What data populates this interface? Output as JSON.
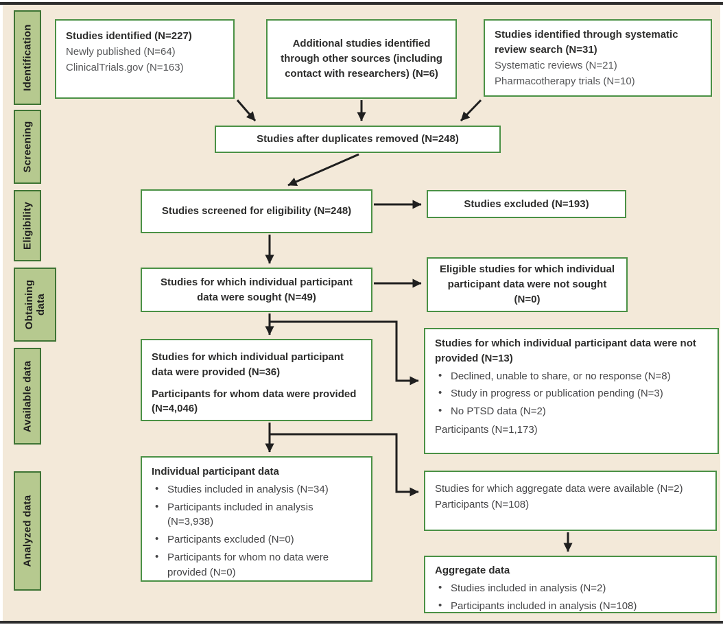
{
  "palette": {
    "background": "#f3e9d9",
    "box_border": "#4a9145",
    "sidebar_fill": "#b6c98f",
    "sidebar_border": "#3e7434",
    "arrow": "#1f1f1f",
    "title_text": "#2d2d2c",
    "secondary_text": "#57585a",
    "frame_rule": "#2e2e2e"
  },
  "sidebar": {
    "items": [
      {
        "label": "Identification"
      },
      {
        "label": "Screening"
      },
      {
        "label": "Eligibility"
      },
      {
        "label": "Obtaining data"
      },
      {
        "label": "Available data"
      },
      {
        "label": "Analyzed data"
      }
    ]
  },
  "boxes": {
    "identified": {
      "title": "Studies identified (N=227)",
      "lines": [
        "Newly published (N=64)",
        "ClinicalTrials.gov (N=163)"
      ]
    },
    "additional": {
      "title": "Additional studies identified through other sources (including contact with researchers) (N=6)"
    },
    "systematic": {
      "title": "Studies identified through systematic review search (N=31)",
      "lines": [
        "Systematic reviews (N=21)",
        "Pharmacotherapy trials (N=10)"
      ]
    },
    "duplicates": {
      "title": "Studies after duplicates removed (N=248)"
    },
    "screened": {
      "title": "Studies screened for eligibility (N=248)"
    },
    "excluded": {
      "title": "Studies excluded (N=193)"
    },
    "sought": {
      "title": "Studies for which individual participant data were sought (N=49)"
    },
    "not_sought": {
      "title": "Eligible studies for which individual participant data were not sought (N=0)"
    },
    "provided": {
      "para1": "Studies for which individual participant data were provided (N=36)",
      "para2": "Participants for whom data were provided (N=4,046)"
    },
    "not_provided": {
      "title": "Studies for which individual participant data were not provided (N=13)",
      "bullets": [
        "Declined, unable to share, or no response (N=8)",
        "Study in progress or publication pending (N=3)",
        "No PTSD data (N=2)"
      ],
      "footer": "Participants (N=1,173)"
    },
    "ipd": {
      "title": "Individual participant data",
      "bullets": [
        "Studies included in analysis (N=34)",
        "Participants included in analysis (N=3,938)",
        "Participants excluded (N=0)",
        "Participants for whom no data were provided (N=0)"
      ]
    },
    "aggregate_available": {
      "lines": [
        "Studies for which aggregate data were available (N=2)",
        "Participants (N=108)"
      ]
    },
    "aggregate": {
      "title": "Aggregate data",
      "bullets": [
        "Studies included in analysis (N=2)",
        "Participants included in analysis (N=108)"
      ]
    }
  }
}
